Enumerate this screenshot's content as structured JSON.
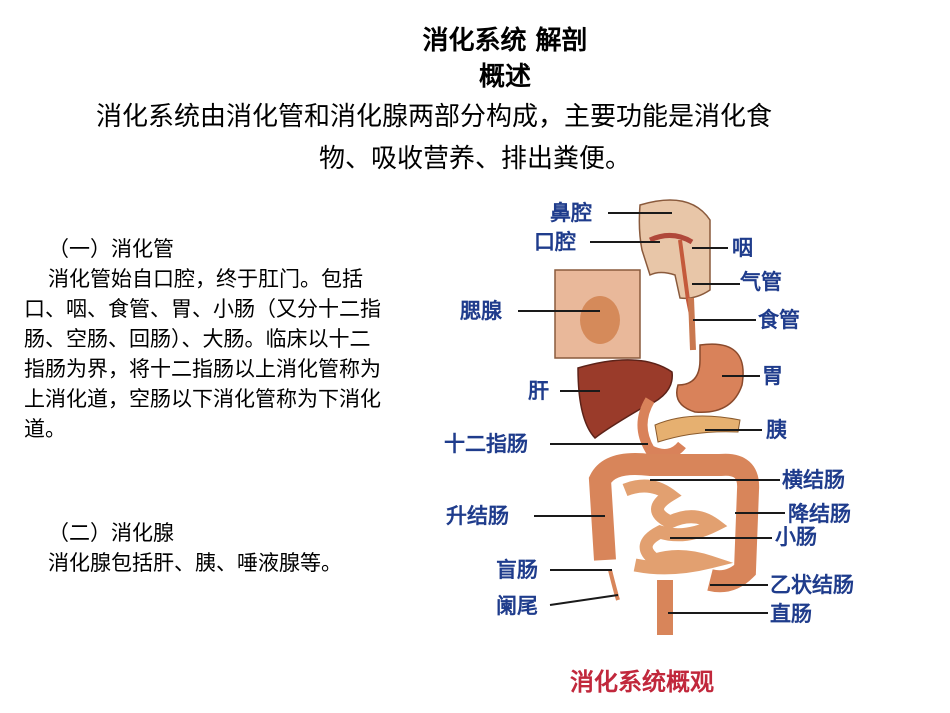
{
  "header": {
    "title": "消化系统 解剖",
    "subtitle": "概述"
  },
  "intro": {
    "line1": "消化系统由消化管和消化腺两部分构成，主要功能是消化食",
    "line2": "物、吸收营养、排出粪便。"
  },
  "section1": {
    "heading": "（一）消化管",
    "body": "消化管始自口腔，终于肛门。包括口、咽、食管、胃、小肠（又分十二指肠、空肠、回肠）、大肠。临床以十二指肠为界，将十二指肠以上消化管称为上消化道，空肠以下消化管称为下消化道。"
  },
  "section2": {
    "heading": "（二）消化腺",
    "body": "消化腺包括肝、胰、唾液腺等。"
  },
  "diagram": {
    "labels": {
      "nasal": "鼻腔",
      "oral": "口腔",
      "pharynx": "咽",
      "trachea": "气管",
      "parotid": "腮腺",
      "esophagus": "食管",
      "stomach": "胃",
      "liver": "肝",
      "pancreas": "胰",
      "duodenum": "十二指肠",
      "transverse": "横结肠",
      "ascending": "升结肠",
      "descending": "降结肠",
      "small_intestine": "小肠",
      "cecum": "盲肠",
      "sigmoid": "乙状结肠",
      "appendix": "阑尾",
      "rectum": "直肠"
    },
    "caption": "消化系统概观",
    "colors": {
      "label": "#1f3c8c",
      "caption": "#c1283c",
      "organ": "#d9825a",
      "liver": "#9a3b2a"
    }
  }
}
